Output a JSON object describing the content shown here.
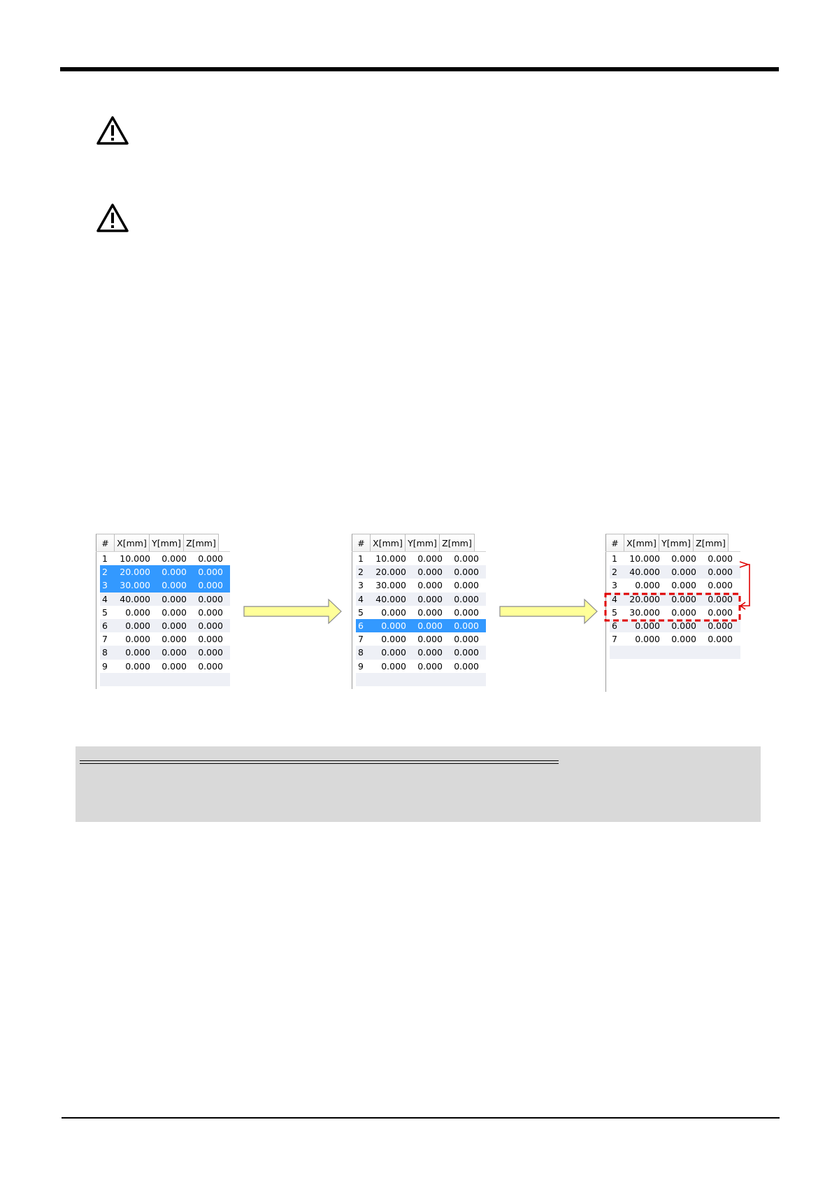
{
  "tables": [
    {
      "headers": [
        "#",
        "X[mm]",
        "Y[mm]",
        "Z[mm]"
      ],
      "rows": [
        [
          "1",
          "10.000",
          "0.000",
          "0.000"
        ],
        [
          "2",
          "20.000",
          "0.000",
          "0.000"
        ],
        [
          "3",
          "30.000",
          "0.000",
          "0.000"
        ],
        [
          "4",
          "40.000",
          "0.000",
          "0.000"
        ],
        [
          "5",
          "0.000",
          "0.000",
          "0.000"
        ],
        [
          "6",
          "0.000",
          "0.000",
          "0.000"
        ],
        [
          "7",
          "0.000",
          "0.000",
          "0.000"
        ],
        [
          "8",
          "0.000",
          "0.000",
          "0.000"
        ],
        [
          "9",
          "0.000",
          "0.000",
          "0.000"
        ]
      ],
      "selected_rows": [
        "2",
        "3"
      ]
    },
    {
      "headers": [
        "#",
        "X[mm]",
        "Y[mm]",
        "Z[mm]"
      ],
      "rows": [
        [
          "1",
          "10.000",
          "0.000",
          "0.000"
        ],
        [
          "2",
          "20.000",
          "0.000",
          "0.000"
        ],
        [
          "3",
          "30.000",
          "0.000",
          "0.000"
        ],
        [
          "4",
          "40.000",
          "0.000",
          "0.000"
        ],
        [
          "5",
          "0.000",
          "0.000",
          "0.000"
        ],
        [
          "6",
          "0.000",
          "0.000",
          "0.000"
        ],
        [
          "7",
          "0.000",
          "0.000",
          "0.000"
        ],
        [
          "8",
          "0.000",
          "0.000",
          "0.000"
        ],
        [
          "9",
          "0.000",
          "0.000",
          "0.000"
        ]
      ],
      "selected_rows": [
        "6"
      ]
    },
    {
      "headers": [
        "#",
        "X[mm]",
        "Y[mm]",
        "Z[mm]"
      ],
      "rows": [
        [
          "1",
          "10.000",
          "0.000",
          "0.000"
        ],
        [
          "2",
          "40.000",
          "0.000",
          "0.000"
        ],
        [
          "3",
          "0.000",
          "0.000",
          "0.000"
        ],
        [
          "4",
          "20.000",
          "0.000",
          "0.000"
        ],
        [
          "5",
          "30.000",
          "0.000",
          "0.000"
        ],
        [
          "6",
          "0.000",
          "0.000",
          "0.000"
        ],
        [
          "7",
          "0.000",
          "0.000",
          "0.000"
        ]
      ],
      "selected_rows": [],
      "highlighted_rows": [
        "4",
        "5"
      ]
    }
  ],
  "colors": {
    "selection": "#3399ff",
    "arrow_fill": "#ffff99",
    "highlight_dashed": "#e00000",
    "note_background": "#d9d9d9"
  },
  "icons": [
    "warning-icon",
    "warning-icon",
    "right-arrow-icon",
    "right-arrow-icon",
    "move-bracket-icon"
  ]
}
